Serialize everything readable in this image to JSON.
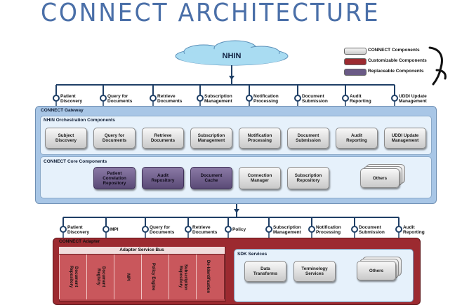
{
  "title": "CONNECT ARCHITECTURE",
  "cloud": {
    "label": "NHIN"
  },
  "legend": [
    {
      "label": "CONNECT Components",
      "color": "#d9d9d9"
    },
    {
      "label": "Customizable Components",
      "color": "#9c2a30"
    },
    {
      "label": "Replaceable Components",
      "color": "#6a5a86"
    }
  ],
  "top_interfaces": [
    {
      "line1": "Patient",
      "line2": "Discovery"
    },
    {
      "line1": "Query for",
      "line2": "Documents"
    },
    {
      "line1": "Retrieve",
      "line2": "Documents"
    },
    {
      "line1": "Subscription",
      "line2": "Management"
    },
    {
      "line1": "Notification",
      "line2": "Processing"
    },
    {
      "line1": "Document",
      "line2": "Submission"
    },
    {
      "line1": "Audit",
      "line2": "Reporting"
    },
    {
      "line1": "UDDI Update",
      "line2": "Management"
    }
  ],
  "gateway": {
    "title": "CONNECT Gateway",
    "orchestration": {
      "title": "NHIN Orchestration Components",
      "items": [
        {
          "line1": "Subject",
          "line2": "Discovery"
        },
        {
          "line1": "Query for",
          "line2": "Documents"
        },
        {
          "line1": "Retrieve",
          "line2": "Documents"
        },
        {
          "line1": "Subscription",
          "line2": "Management"
        },
        {
          "line1": "Notification",
          "line2": "Processing"
        },
        {
          "line1": "Document",
          "line2": "Submission"
        },
        {
          "line1": "Audit",
          "line2": "Reporting"
        },
        {
          "line1": "UDDI Update",
          "line2": "Management"
        }
      ]
    },
    "core": {
      "title": "CONNECT Core Components",
      "items": [
        {
          "line1": "Patient",
          "line2": "Correlation",
          "line3": "Repository",
          "kind": "purple"
        },
        {
          "line1": "Audit",
          "line2": "Repository",
          "line3": "",
          "kind": "purple"
        },
        {
          "line1": "Document",
          "line2": "Cache",
          "line3": "",
          "kind": "purple"
        },
        {
          "line1": "Connection",
          "line2": "Manager",
          "line3": "",
          "kind": "gray"
        },
        {
          "line1": "Subscription",
          "line2": "Repository",
          "line3": "",
          "kind": "gray"
        }
      ],
      "others": "Others"
    }
  },
  "bottom_interfaces": [
    {
      "line1": "Patient",
      "line2": "Discovery"
    },
    {
      "line1": "MPI",
      "line2": ""
    },
    {
      "line1": "Query for",
      "line2": "Documents"
    },
    {
      "line1": "Retrieve",
      "line2": "Documents"
    },
    {
      "line1": "Policy",
      "line2": ""
    },
    {
      "line1": "Subscription",
      "line2": "Management"
    },
    {
      "line1": "Notification",
      "line2": "Processing"
    },
    {
      "line1": "Document",
      "line2": "Submission"
    },
    {
      "line1": "Audit",
      "line2": "Reporting"
    }
  ],
  "adapter": {
    "title": "CONNECT Adapter",
    "bus": {
      "title": "Adapter Service Bus",
      "columns": [
        "Document Repository",
        "Document Registry",
        "MPI",
        "Policy Engine",
        "Subscription Repository",
        "De-Identification"
      ]
    },
    "sdk": {
      "title": "SDK Services",
      "items": [
        {
          "line1": "Data",
          "line2": "Transforms"
        },
        {
          "line1": "Terminology",
          "line2": "Services"
        }
      ],
      "others": "Others"
    }
  }
}
